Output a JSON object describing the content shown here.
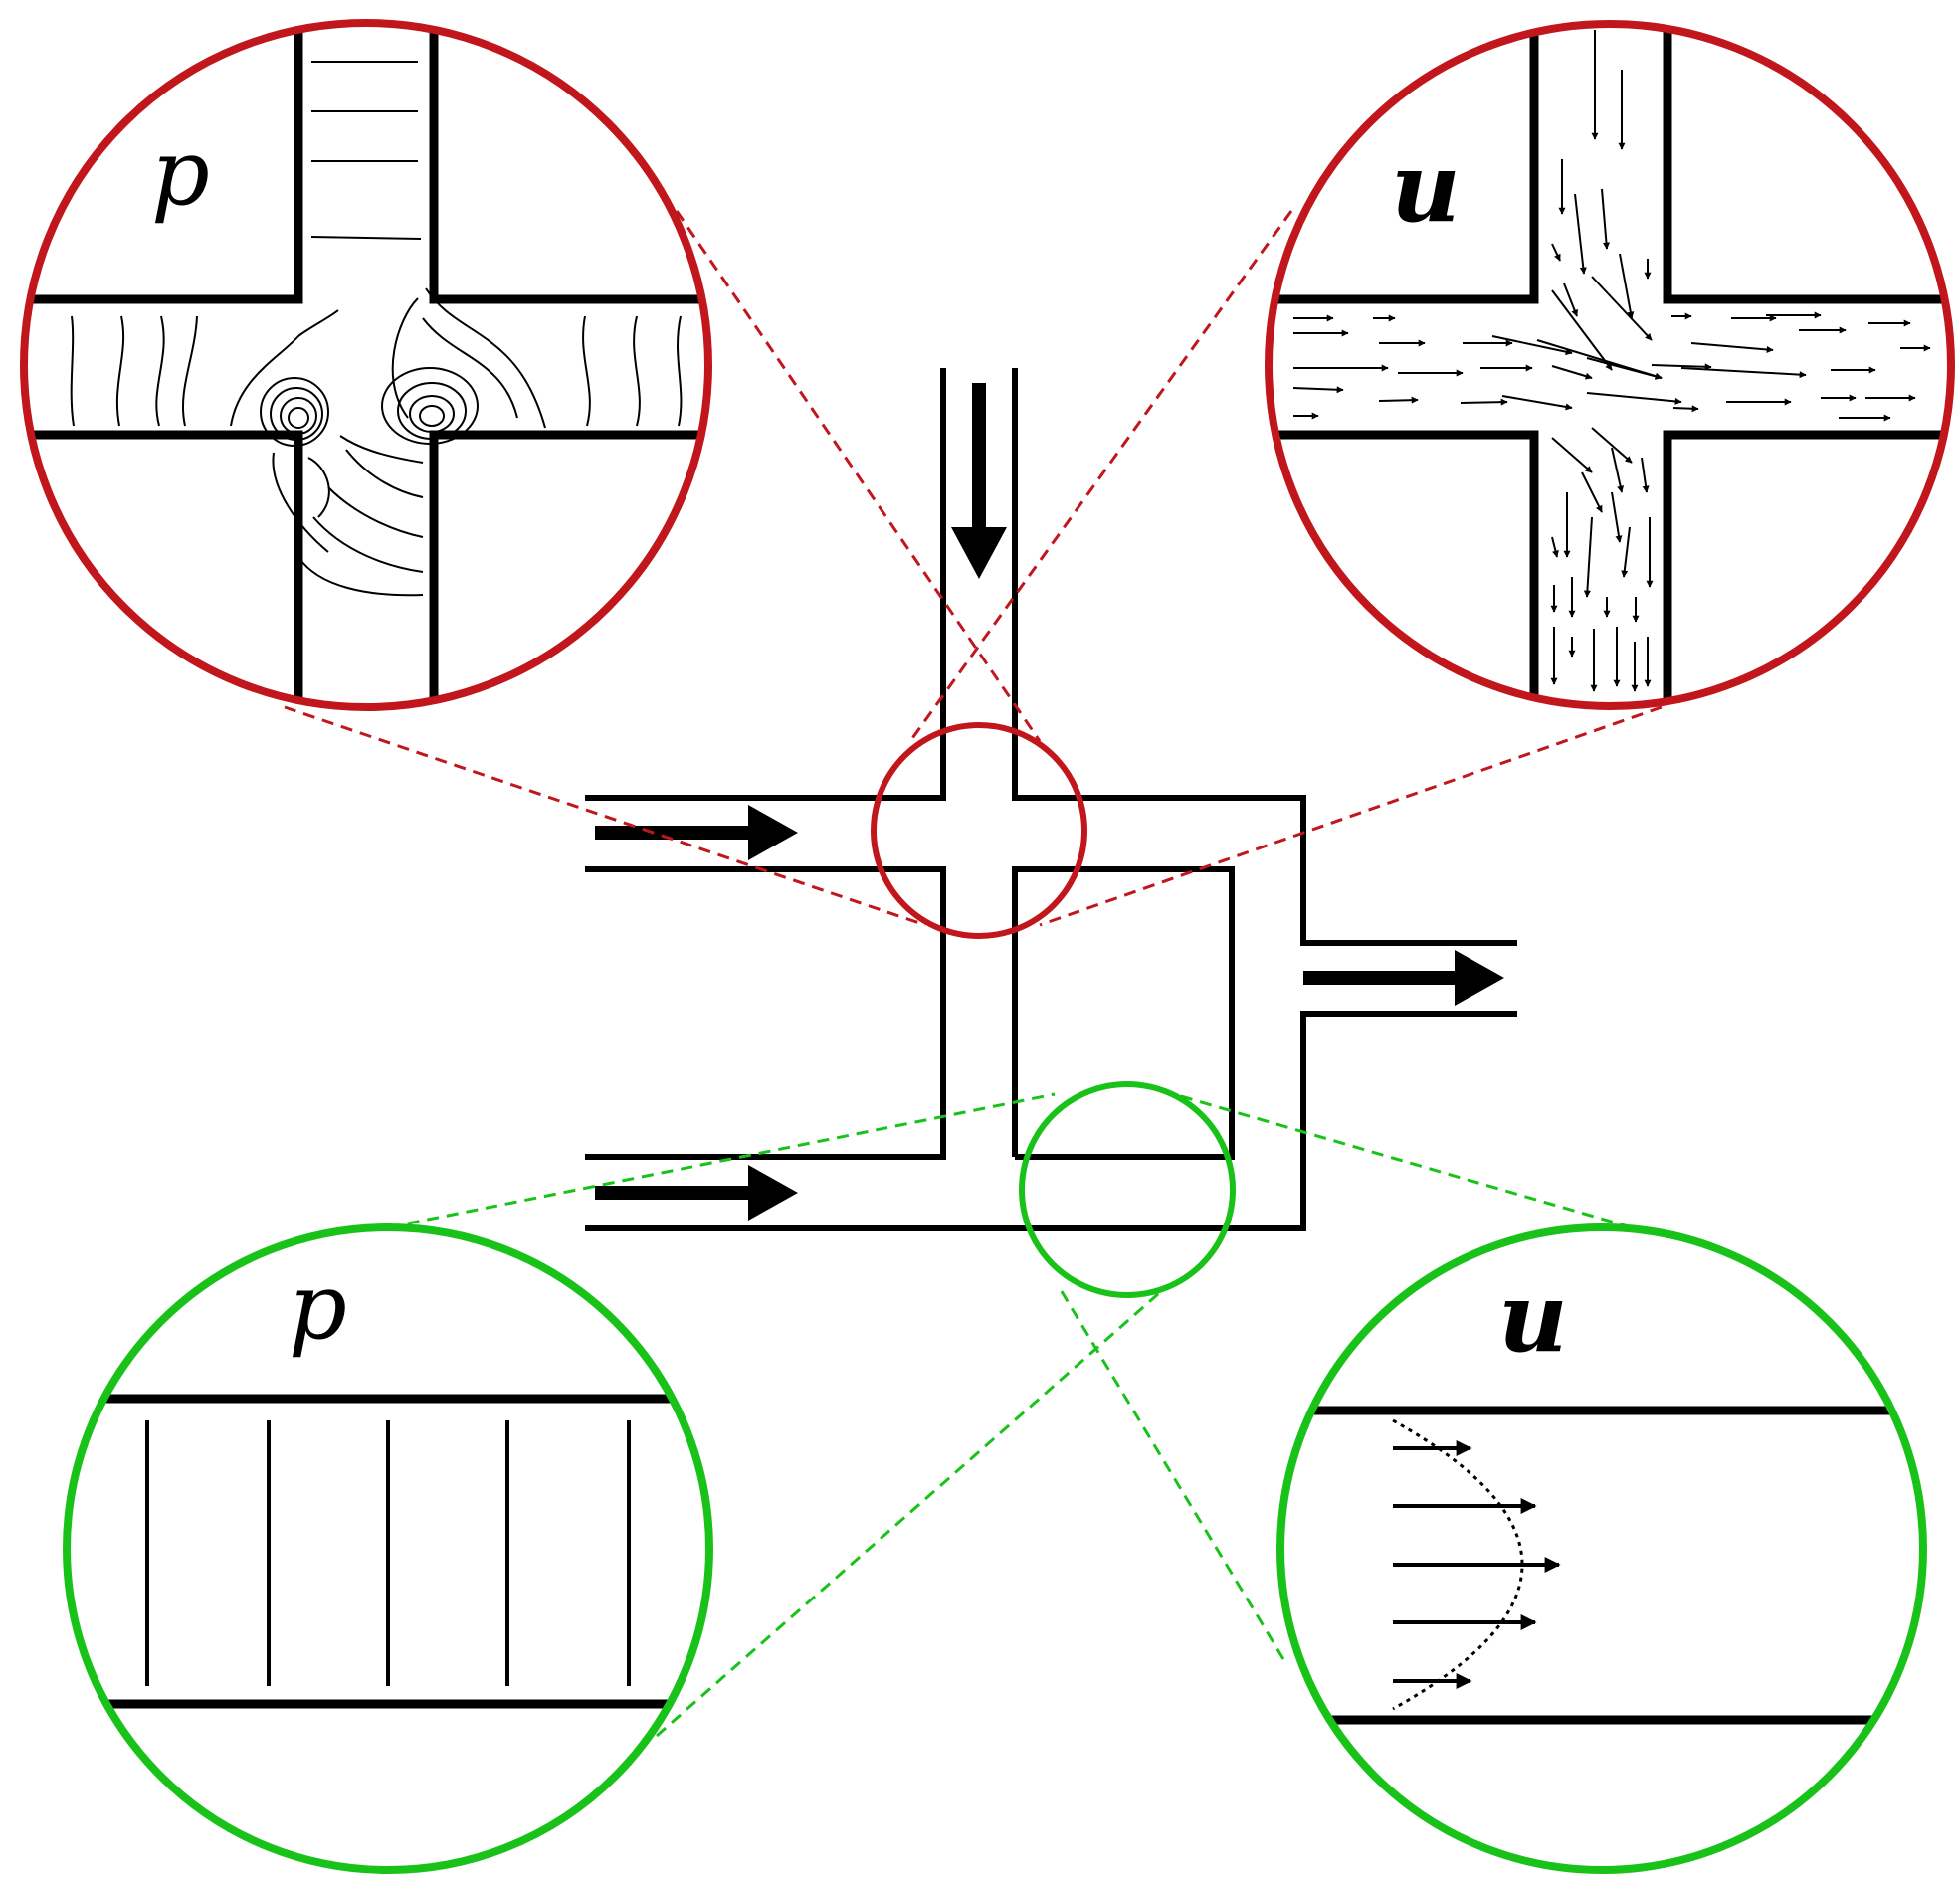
{
  "colors": {
    "ink": "#000000",
    "background": "#ffffff",
    "junction_zoom": "#c0161c",
    "channel_zoom": "#19c219"
  },
  "zooms": {
    "junction_pressure": {
      "label": "p"
    },
    "junction_velocity": {
      "label": "u"
    },
    "channel_pressure": {
      "label": "p"
    },
    "channel_velocity": {
      "label": "u"
    }
  },
  "icons": {
    "flow_arrow": "flow-arrow-icon",
    "velocity_vector": "velocity-arrow-icon"
  }
}
